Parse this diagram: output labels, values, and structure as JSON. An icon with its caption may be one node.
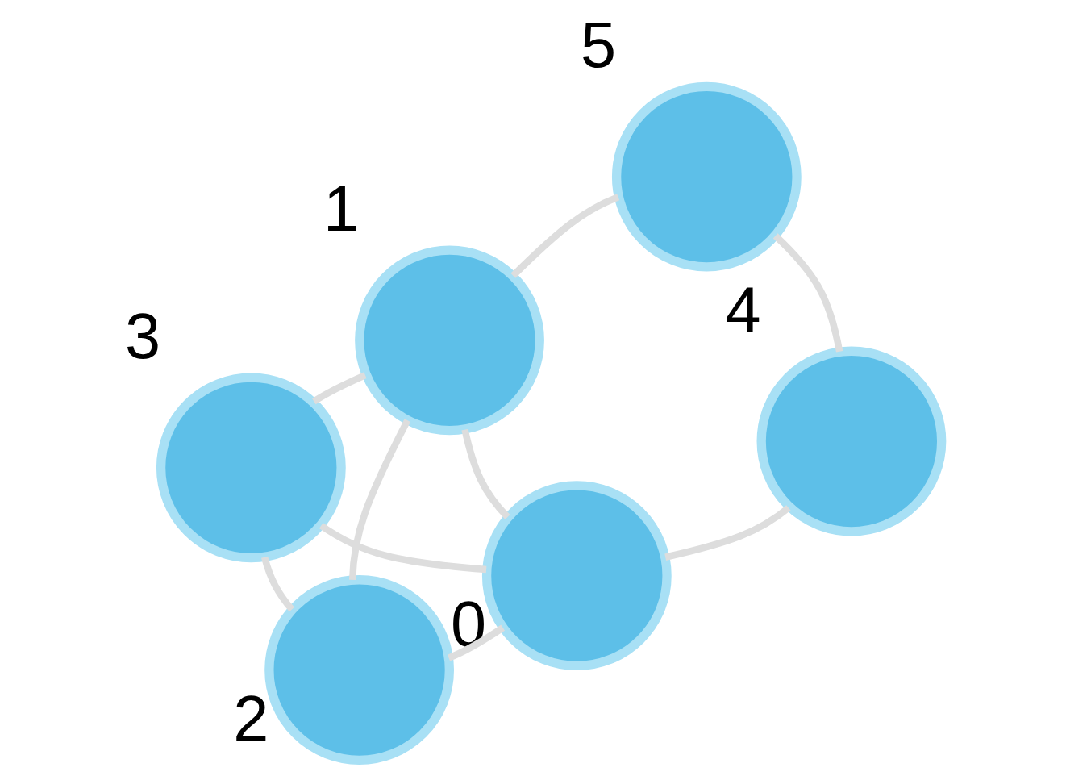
{
  "diagram": {
    "nodes": [
      {
        "text": [],
        "shape": "circle",
        "beside": [
          "0"
        ]
      },
      {
        "text": [],
        "shape": "circle",
        "beside": [
          "1"
        ]
      },
      {
        "text": [],
        "shape": "circle",
        "beside": [
          "2"
        ]
      },
      {
        "text": [],
        "shape": "circle",
        "beside": [
          "3"
        ]
      },
      {
        "text": [],
        "shape": "circle",
        "beside": [
          "4"
        ]
      },
      {
        "text": [],
        "shape": "circle",
        "beside": [
          "5"
        ]
      }
    ],
    "edges": [
      {
        "from": 0,
        "to": 4,
        "arrow": "none"
      },
      {
        "from": 0,
        "to": 3,
        "arrow": "none"
      },
      {
        "from": 0,
        "to": 1,
        "arrow": "none"
      },
      {
        "from": 0,
        "to": 2,
        "arrow": "none"
      },
      {
        "from": 4,
        "to": 5,
        "arrow": "none"
      },
      {
        "from": 3,
        "to": 2,
        "arrow": "none"
      },
      {
        "from": 3,
        "to": 1,
        "arrow": "none"
      },
      {
        "from": 2,
        "to": 1,
        "arrow": "none"
      },
      {
        "from": 5,
        "to": 1,
        "arrow": "none"
      }
    ]
  }
}
